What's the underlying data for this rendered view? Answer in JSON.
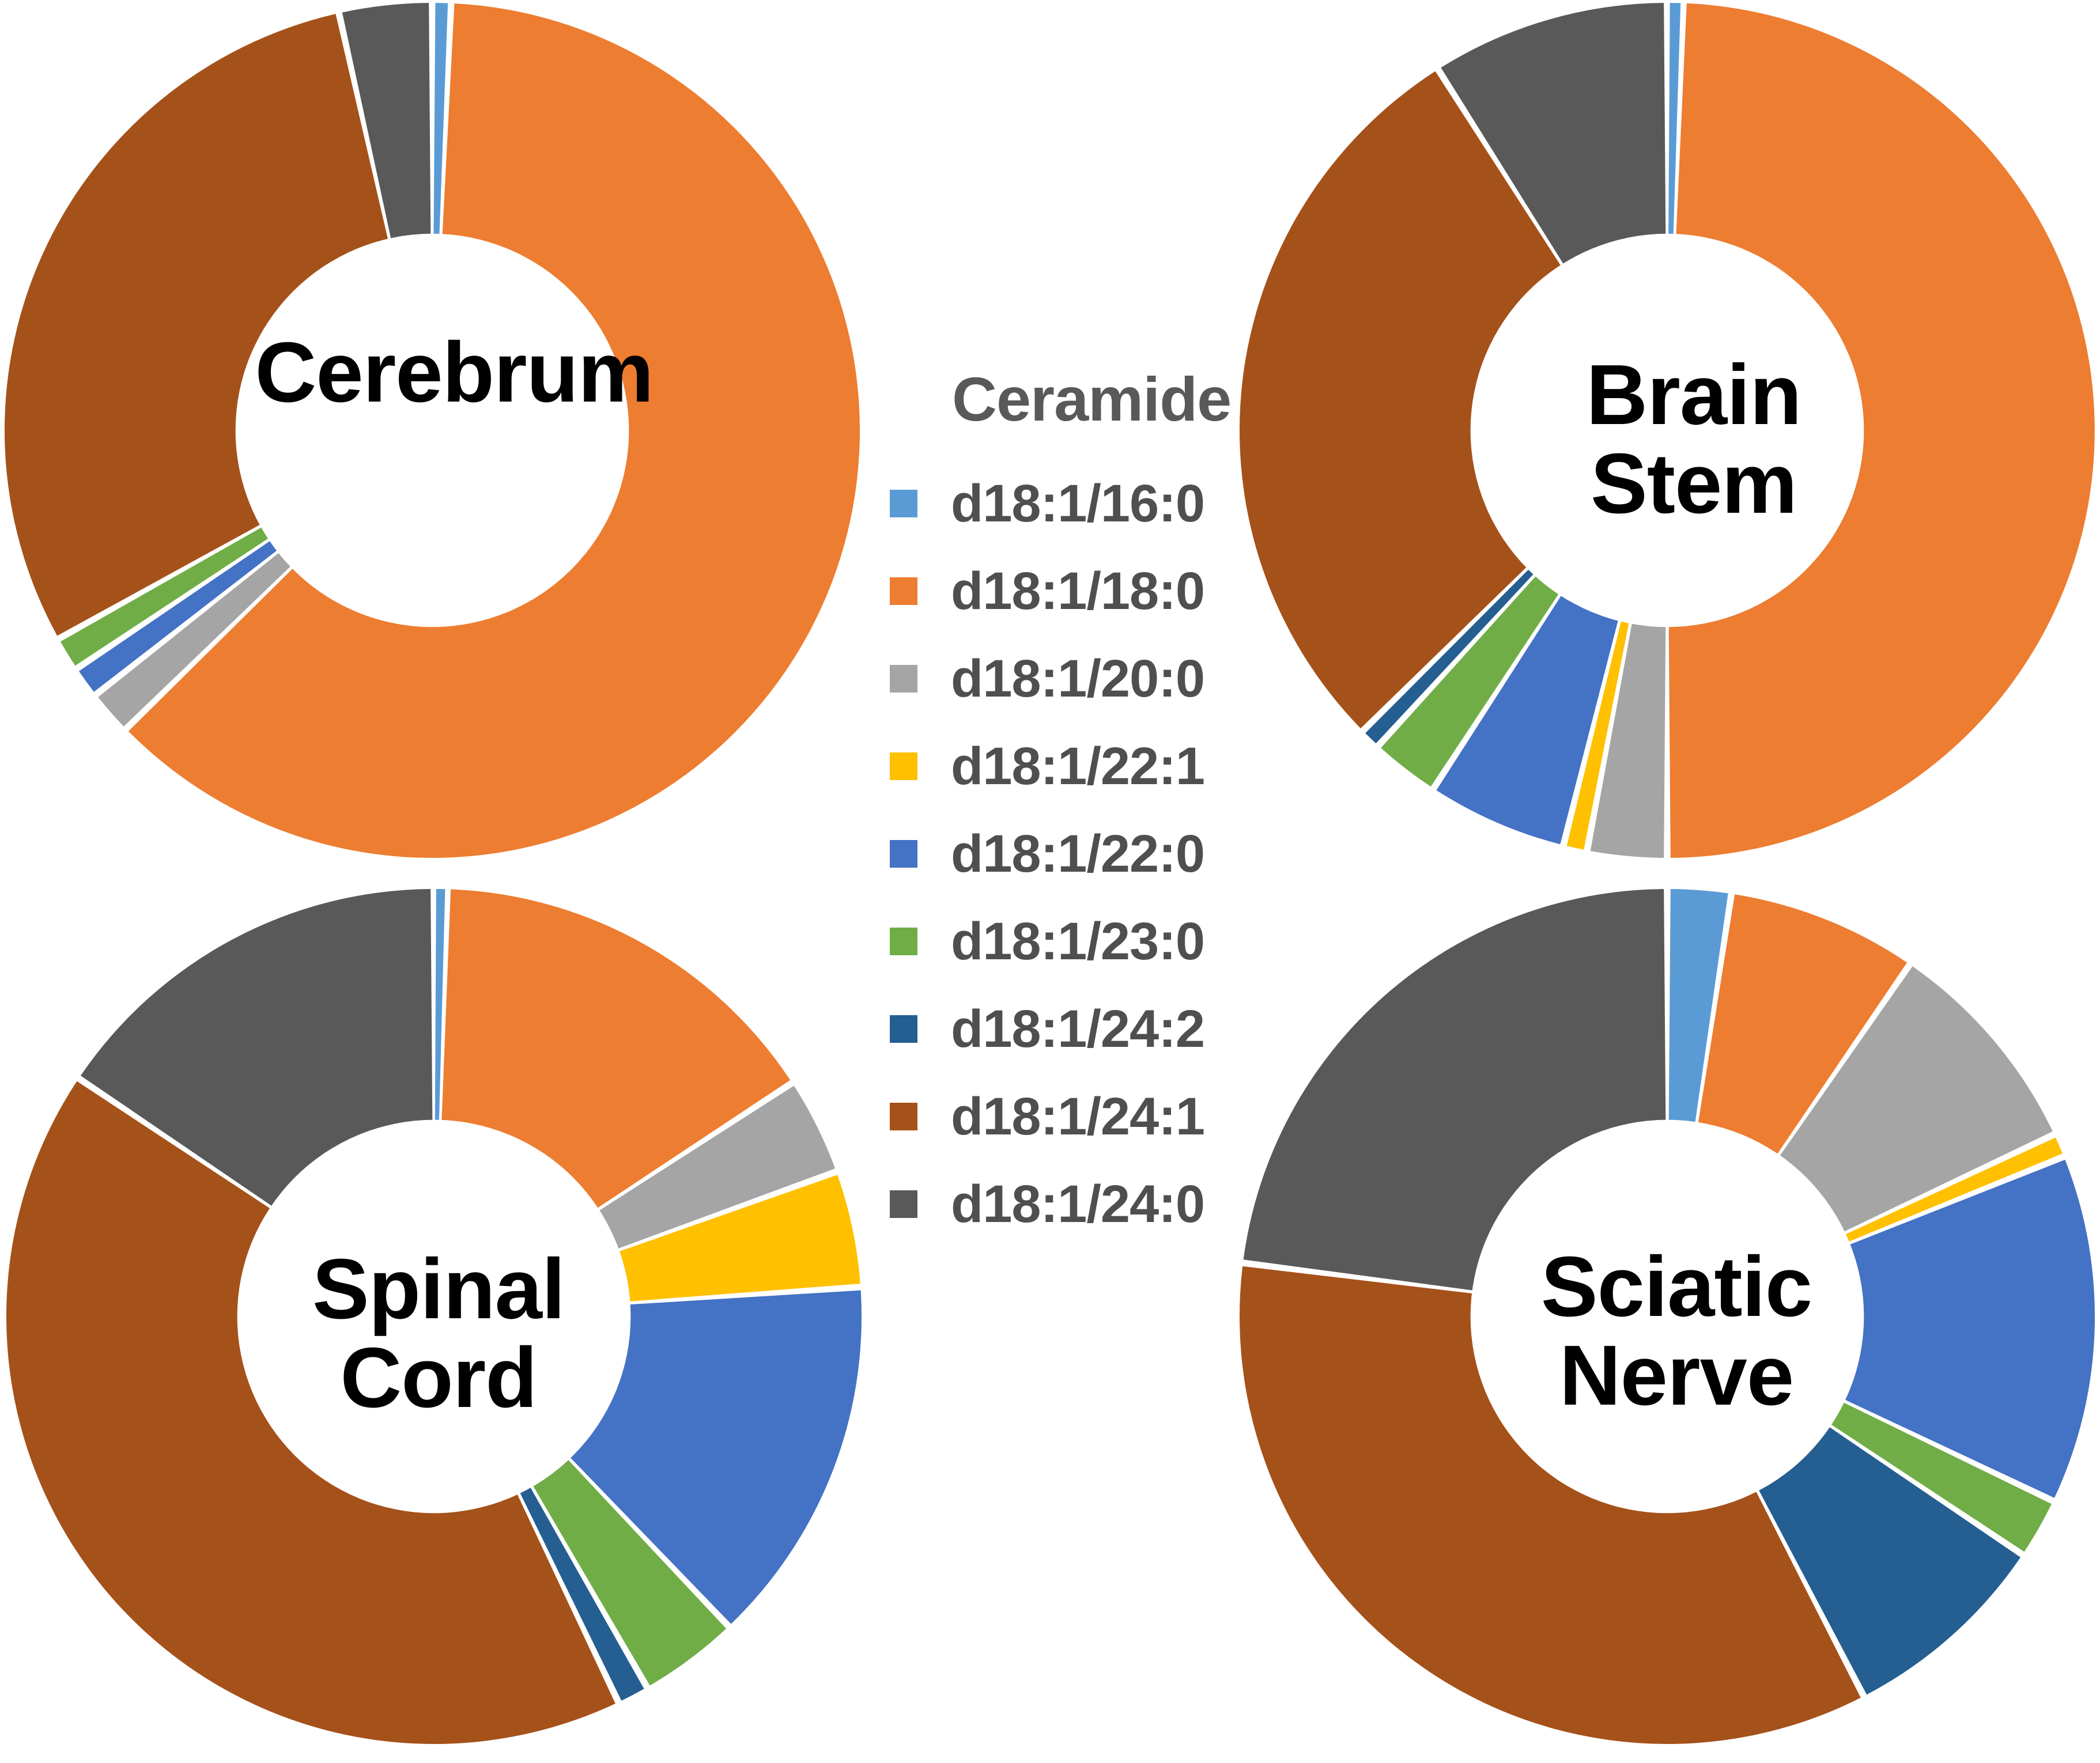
{
  "legend": {
    "title": "Ceramide",
    "items": [
      {
        "label": "d18:1/16:0",
        "color": "#5B9BD5"
      },
      {
        "label": "d18:1/18:0",
        "color": "#ED7D31"
      },
      {
        "label": "d18:1/20:0",
        "color": "#A5A5A5"
      },
      {
        "label": "d18:1/22:1",
        "color": "#FFC000"
      },
      {
        "label": "d18:1/22:0",
        "color": "#4472C4"
      },
      {
        "label": "d18:1/23:0",
        "color": "#70AD47"
      },
      {
        "label": "d18:1/24:2",
        "color": "#255E91"
      },
      {
        "label": "d18:1/24:1",
        "color": "#A5511A"
      },
      {
        "label": "d18:1/24:0",
        "color": "#595959"
      }
    ]
  },
  "panels": [
    {
      "key": "cerebrum",
      "title": "Cerebrum"
    },
    {
      "key": "brainstem",
      "title": "Brain\nStem"
    },
    {
      "key": "spinalcord",
      "title": "Spinal\nCord"
    },
    {
      "key": "sciaticnerve",
      "title": "Sciatic\nNerve"
    }
  ],
  "chart_data": [
    {
      "type": "pie",
      "title": "Cerebrum",
      "subtitle": "",
      "legend_title": "Ceramide",
      "legend_position": "center",
      "donut": true,
      "hole_fraction": 0.46,
      "unit": "percent of total ceramide",
      "categories": [
        "d18:1/16:0",
        "d18:1/18:0",
        "d18:1/20:0",
        "d18:1/22:1",
        "d18:1/22:0",
        "d18:1/23:0",
        "d18:1/24:2",
        "d18:1/24:1",
        "d18:1/24:0"
      ],
      "colors": [
        "#5B9BD5",
        "#ED7D31",
        "#A5A5A5",
        "#FFC000",
        "#4472C4",
        "#70AD47",
        "#255E91",
        "#A5511A",
        "#595959"
      ],
      "values": [
        0.7,
        62.0,
        1.7,
        0.0,
        1.2,
        1.3,
        0.0,
        29.6,
        3.5
      ]
    },
    {
      "type": "pie",
      "title": "Brain Stem",
      "subtitle": "",
      "legend_title": "Ceramide",
      "legend_position": "center",
      "donut": true,
      "hole_fraction": 0.46,
      "unit": "percent of total ceramide",
      "categories": [
        "d18:1/16:0",
        "d18:1/18:0",
        "d18:1/20:0",
        "d18:1/22:1",
        "d18:1/22:0",
        "d18:1/23:0",
        "d18:1/24:2",
        "d18:1/24:1",
        "d18:1/24:0"
      ],
      "colors": [
        "#5B9BD5",
        "#ED7D31",
        "#A5A5A5",
        "#FFC000",
        "#4472C4",
        "#70AD47",
        "#255E91",
        "#A5511A",
        "#595959"
      ],
      "values": [
        0.6,
        49.4,
        3.0,
        0.9,
        5.3,
        2.6,
        0.8,
        28.4,
        9.0
      ]
    },
    {
      "type": "pie",
      "title": "Spinal Cord",
      "subtitle": "",
      "legend_title": "Ceramide",
      "legend_position": "center",
      "donut": true,
      "hole_fraction": 0.46,
      "unit": "percent of total ceramide",
      "categories": [
        "d18:1/16:0",
        "d18:1/18:0",
        "d18:1/20:0",
        "d18:1/22:1",
        "d18:1/22:0",
        "d18:1/23:0",
        "d18:1/24:2",
        "d18:1/24:1",
        "d18:1/24:0"
      ],
      "colors": [
        "#5B9BD5",
        "#ED7D31",
        "#A5A5A5",
        "#FFC000",
        "#4472C4",
        "#70AD47",
        "#255E91",
        "#A5511A",
        "#595959"
      ],
      "values": [
        0.5,
        15.3,
        3.7,
        4.4,
        14.0,
        3.8,
        1.2,
        41.5,
        15.6
      ]
    },
    {
      "type": "pie",
      "title": "Sciatic Nerve",
      "subtitle": "",
      "legend_title": "Ceramide",
      "legend_position": "center",
      "donut": true,
      "hole_fraction": 0.46,
      "unit": "percent of total ceramide",
      "categories": [
        "d18:1/16:0",
        "d18:1/18:0",
        "d18:1/20:0",
        "d18:1/22:1",
        "d18:1/22:0",
        "d18:1/23:0",
        "d18:1/24:2",
        "d18:1/24:1",
        "d18:1/24:0"
      ],
      "colors": [
        "#5B9BD5",
        "#ED7D31",
        "#A5A5A5",
        "#FFC000",
        "#4472C4",
        "#70AD47",
        "#255E91",
        "#A5511A",
        "#595959"
      ],
      "values": [
        2.4,
        7.2,
        8.4,
        0.9,
        13.2,
        2.3,
        8.0,
        34.6,
        23.0
      ]
    }
  ]
}
